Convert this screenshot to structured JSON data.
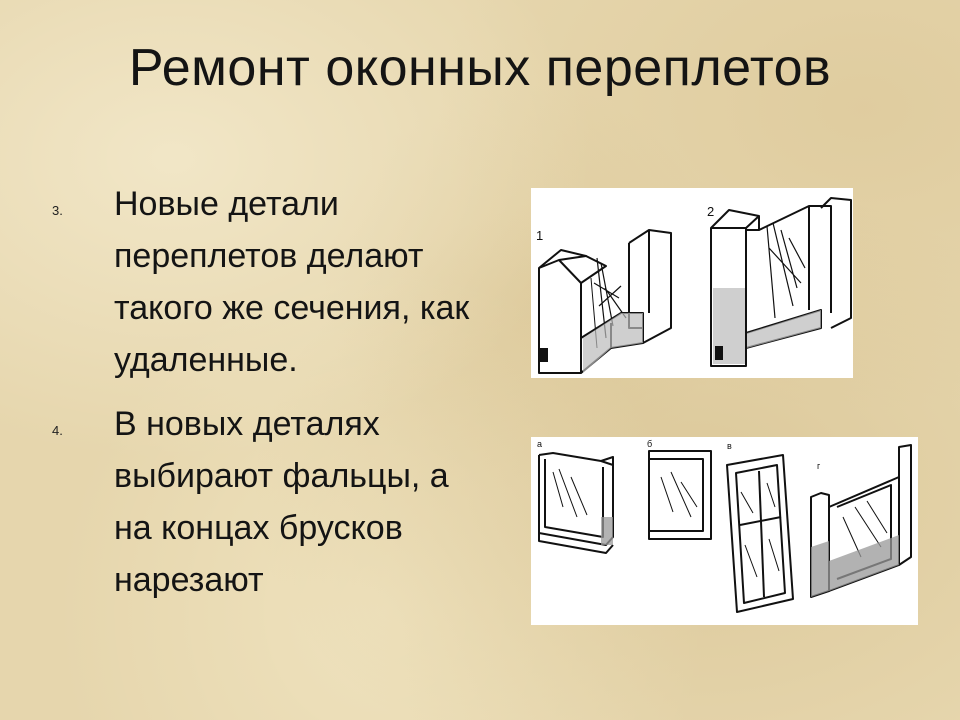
{
  "slide": {
    "title": "Ремонт оконных переплетов",
    "items": [
      {
        "number": "3.",
        "text": "Новые детали переплетов делают такого же сечения, как удаленные."
      },
      {
        "number": "4.",
        "text": "В новых деталях выбирают фальцы, а на концах брусков нарезают"
      }
    ]
  },
  "figures": {
    "top": {
      "labels": [
        "1",
        "2"
      ]
    },
    "bottom": {
      "labels": [
        "а",
        "б",
        "в",
        "г"
      ]
    }
  }
}
